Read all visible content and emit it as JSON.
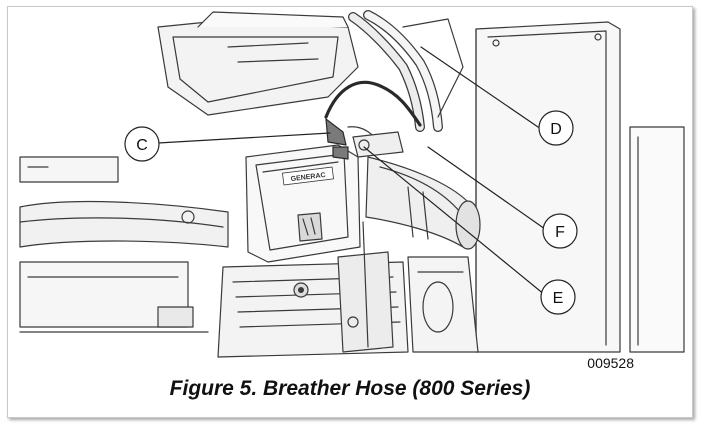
{
  "figure": {
    "number_code": "009528",
    "caption": "Figure 5. Breather Hose (800 Series)",
    "engine_plate_text": "GENERAC",
    "callouts": [
      {
        "id": "c",
        "label": "C"
      },
      {
        "id": "d",
        "label": "D"
      },
      {
        "id": "e",
        "label": "E"
      },
      {
        "id": "f",
        "label": "F"
      }
    ]
  },
  "colors": {
    "line": "#3a3a3a",
    "fill_light": "#f2f2f2",
    "fill_mid": "#d6d6d6",
    "highlight": "#7a7a7a"
  }
}
